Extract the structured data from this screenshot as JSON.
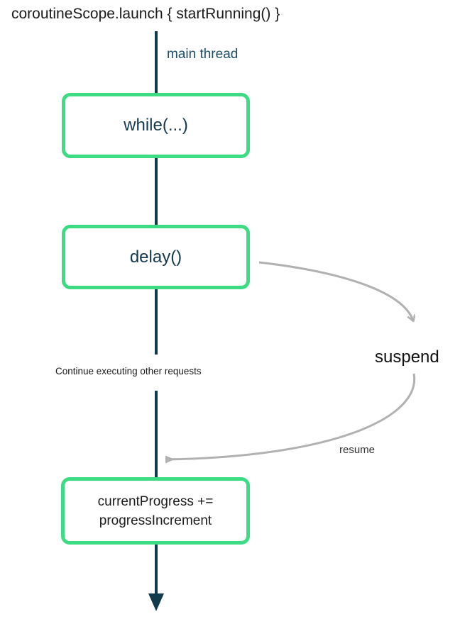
{
  "diagram": {
    "title": "coroutineScope.launch { startRunning() }",
    "timeline": {
      "label": "main thread"
    },
    "nodes": {
      "while_box": {
        "label": "while(...)"
      },
      "delay_box": {
        "label": "delay()"
      },
      "progress_box": {
        "line1": "currentProgress +=",
        "line2": "progressIncrement"
      }
    },
    "annotations": {
      "continue_label": "Continue executing other requests",
      "suspend_label": "suspend",
      "resume_label": "resume"
    },
    "colors": {
      "box_border_green": "#3ddc84",
      "thread_line_teal": "#123a4d",
      "thread_label_blue": "#1f4e66",
      "box_text_navy": "#14384d",
      "arrow_gray": "#b1b1b1",
      "text_black": "#1a1a1a"
    }
  }
}
